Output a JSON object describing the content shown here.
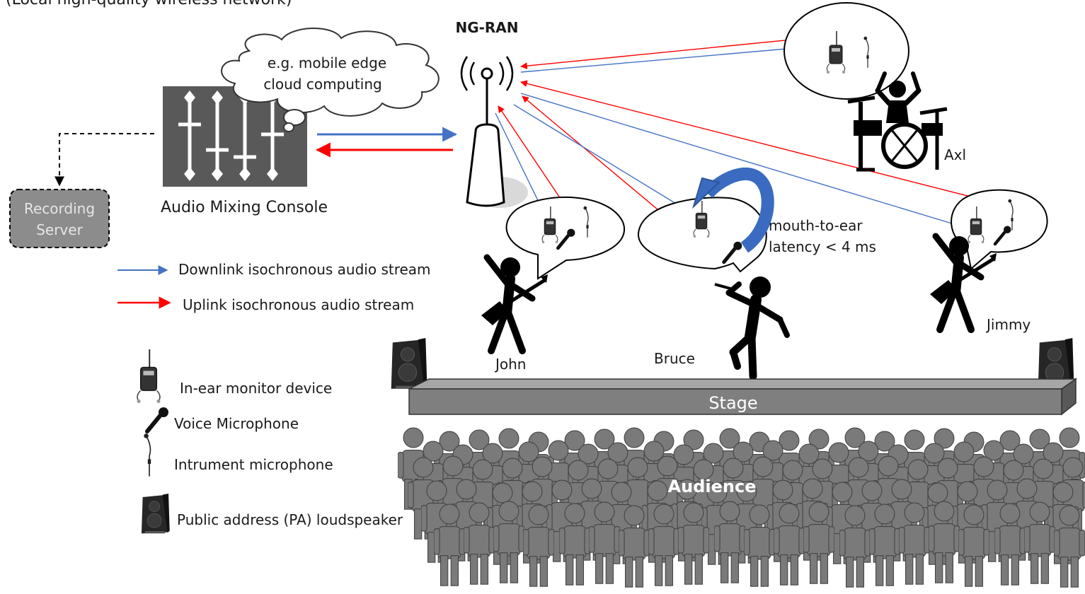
{
  "header_text": "(Local high-quality wireless network)",
  "ngran_label": "NG-RAN",
  "cloud_text": [
    "e.g. mobile edge",
    "cloud computing"
  ],
  "console_label": "Audio Mixing Console",
  "recording_server": [
    "Recording",
    "Server"
  ],
  "performers": {
    "john": "John",
    "bruce": "Bruce",
    "jimmy": "Jimmy",
    "axl": "Axl"
  },
  "latency_note": [
    "mouth-to-ear",
    "latency < 4 ms"
  ],
  "stage_label": "Stage",
  "audience_label": "Audience",
  "legend": {
    "downlink": "Downlink isochronous audio stream",
    "uplink": "Uplink isochronous audio stream",
    "in_ear": "In-ear monitor device",
    "voice_mic": "Voice Microphone",
    "instrument_mic": "Intrument microphone",
    "pa": "Public address (PA) loudspeaker"
  },
  "colors": {
    "downlink": "#4472c4",
    "uplink": "#ff0000",
    "console": "#595959",
    "stage": "#7f7f7f",
    "crowd": "#7a7a7a",
    "server": "#8c8c8c",
    "curve": "#3a6bc0"
  },
  "icons": [
    "antenna-icon",
    "mixing-console-icon",
    "in-ear-monitor-icon",
    "voice-microphone-icon",
    "instrument-microphone-icon",
    "pa-loudspeaker-icon",
    "guitarist-icon",
    "singer-icon",
    "drummer-icon",
    "audience-person-icon"
  ]
}
